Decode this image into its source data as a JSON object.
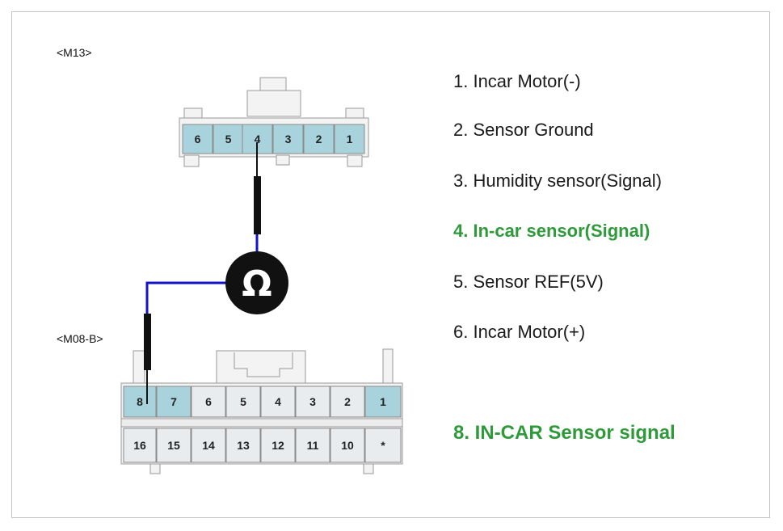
{
  "connectors": {
    "m13": {
      "label": "<M13>",
      "pins": [
        "6",
        "5",
        "4",
        "3",
        "2",
        "1"
      ]
    },
    "m08b": {
      "label": "<M08-B>",
      "top_row": [
        "8",
        "7",
        "6",
        "5",
        "4",
        "3",
        "2",
        "1"
      ],
      "bottom_row": [
        "16",
        "15",
        "14",
        "13",
        "12",
        "11",
        "10",
        "*"
      ]
    }
  },
  "meter": {
    "symbol": "Ω"
  },
  "legend": {
    "items": [
      "1. Incar Motor(-)",
      "2. Sensor Ground",
      "3. Humidity sensor(Signal)",
      "4. In-car sensor(Signal)",
      "5. Sensor REF(5V)",
      "6. Incar Motor(+)"
    ],
    "extra": "8. IN-CAR Sensor signal"
  },
  "colors": {
    "pin_highlight": "#a9d3dc",
    "pin_normal": "#e9ecef",
    "wire": "#1313c8",
    "probe": "#111111",
    "legend_highlight": "#2f9a3a"
  }
}
